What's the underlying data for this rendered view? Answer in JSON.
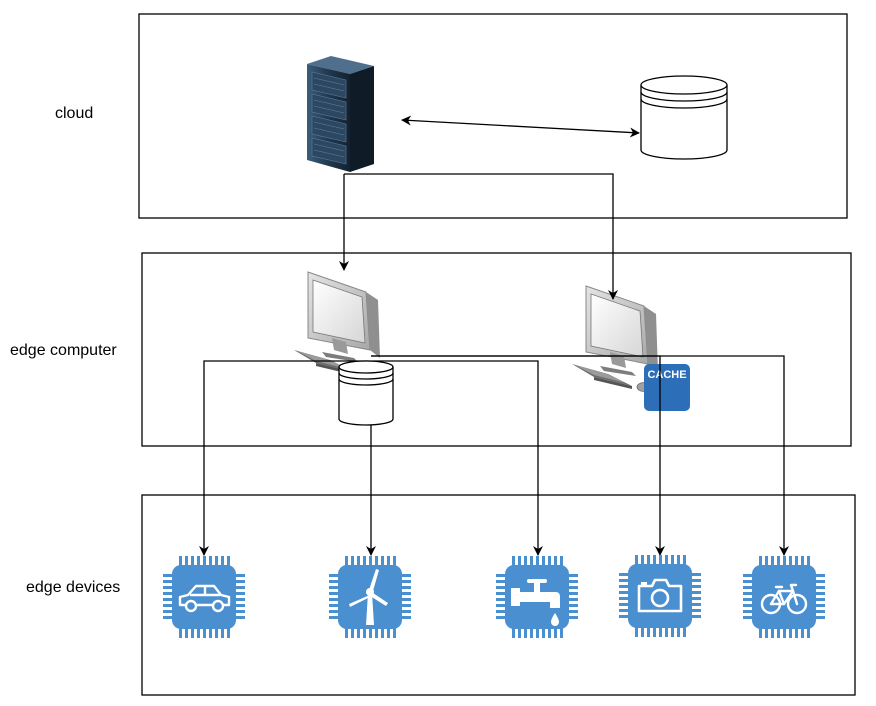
{
  "layers": {
    "cloud": "cloud",
    "edge_computer": "edge computer",
    "edge_devices": "edge devices"
  },
  "cache_badge": "CACHE",
  "icons": {
    "server": "server-rack-icon",
    "cloud_db": "database-icon",
    "computer_left": "desktop-computer-icon",
    "computer_right": "desktop-computer-icon",
    "edge_db": "database-icon",
    "cache": "cache-icon",
    "devices": [
      "car-chip-icon",
      "wind-turbine-chip-icon",
      "water-tap-chip-icon",
      "camera-chip-icon",
      "bicycle-chip-icon"
    ]
  },
  "colors": {
    "chip_blue": "#4a8fd0",
    "cache_blue": "#2d6eb8",
    "server_dark": "#1c2e40",
    "stroke": "#000000"
  }
}
